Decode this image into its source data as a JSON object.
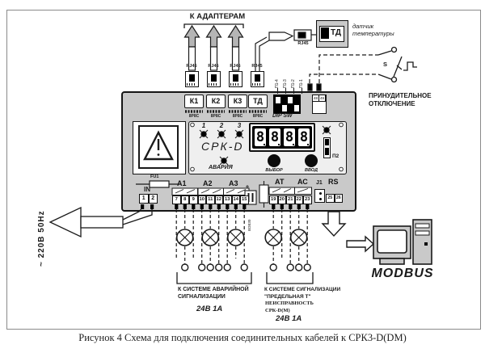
{
  "caption": "Рисунок 4 Схема для подключения соединительных кабелей к СРК3-D(DM)",
  "adapters": {
    "label": "К АДАПТЕРАМ",
    "rj45_labels": [
      "RJ45",
      "RJ45",
      "RJ45",
      "RJ45"
    ],
    "plug_label": "RJ45"
  },
  "sensor": {
    "name": "ТД",
    "line1": "датчик",
    "line2": "температуры"
  },
  "force_off": {
    "switch_label": "S",
    "line1": "ПРИНУДИТЕЛЬНОЕ",
    "line2": "ОТКЛЮЧЕНИЕ",
    "terminals": [
      "48",
      "49"
    ],
    "pin_labels": [
      "П1-4",
      "П1-3",
      "П1-2",
      "П1-1"
    ]
  },
  "modules": {
    "items": [
      {
        "label": "К1",
        "sub": "8Р8С"
      },
      {
        "label": "К2",
        "sub": "8Р8С"
      },
      {
        "label": "К3",
        "sub": "8Р8С"
      },
      {
        "label": "ТД",
        "sub": "8Р8С"
      }
    ],
    "dip_label": "DIP SW"
  },
  "panel": {
    "channel_leds": [
      "1",
      "2",
      "3"
    ],
    "model": "СРК-D",
    "alarm": "АВАРИЯ",
    "digits": [
      "8",
      "8",
      "8",
      "8"
    ],
    "select_btn": "ВЫБОР",
    "enter_btn": "ВВОД",
    "p2": "П2"
  },
  "power": {
    "fuse": "FU1",
    "in_label": "IN",
    "terminals": [
      "1",
      "2"
    ],
    "source": "~ 220В 50Hz"
  },
  "terminals": {
    "a1": {
      "label": "А1",
      "cells": [
        "7",
        "8",
        "9"
      ]
    },
    "a2": {
      "label": "А2",
      "cells": [
        "10",
        "11",
        "12"
      ]
    },
    "a3": {
      "label": "А3",
      "cells": [
        "13",
        "14",
        "15"
      ]
    },
    "at": {
      "label": "АТ",
      "cells": [
        "19",
        "20",
        "21"
      ]
    },
    "ac": {
      "label": "АС",
      "cells": [
        "22",
        "23"
      ]
    },
    "j1": "J1",
    "rs": {
      "label": "RS",
      "cells": [
        "25",
        "26"
      ]
    }
  },
  "wire_label": "ВОВ30",
  "alarm_out": {
    "line1": "К СИСТЕМЕ  АВАРИЙНОЙ",
    "line2": "СИГНАЛИЗАЦИИ",
    "rating": "24В  1А"
  },
  "limit_out": {
    "line1": "К СИСТЕМЕ СИГНАЛИЗАЦИИ",
    "line2": "\"ПРЕДЕЛЬНАЯ Т\"",
    "line3": "НЕИСПРАВНОСТЬ",
    "line4": "СРК-D(М)",
    "rating": "24В  1А"
  },
  "modbus": "MODBUS",
  "colors": {
    "unit_fill": "#c9c9c9",
    "line": "#1a1a1a"
  }
}
